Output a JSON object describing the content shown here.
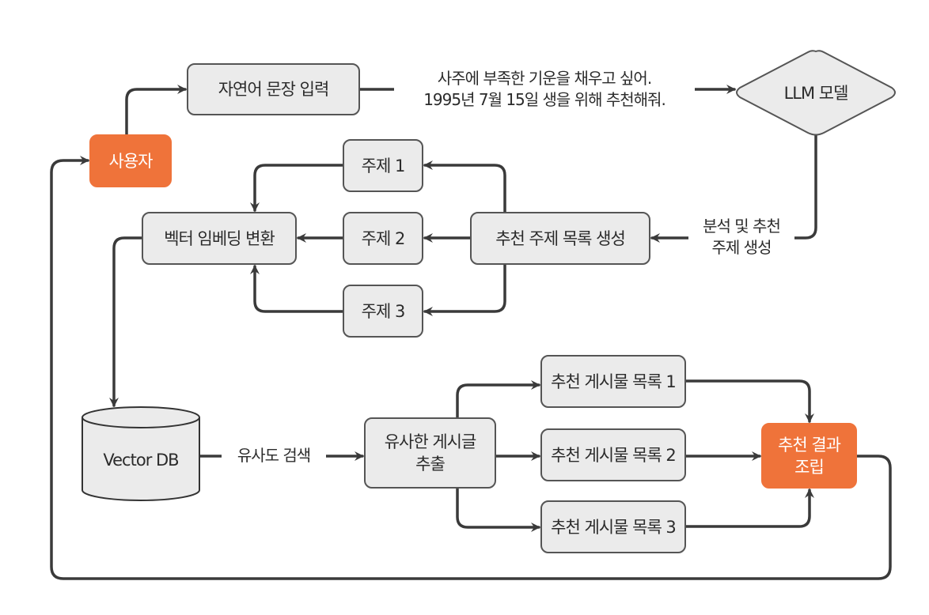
{
  "diagram": {
    "nodes": {
      "user": "사용자",
      "nl_input": "자연어 문장 입력",
      "llm": "LLM 모델",
      "topic1": "주제 1",
      "topic2": "주제 2",
      "topic3": "주제 3",
      "topic_list": "추천 주제 목록 생성",
      "embedding": "벡터 임베딩 변환",
      "vector_db": "Vector DB",
      "extract_line1": "유사한 게시글",
      "extract_line2": "추출",
      "post_list1": "추천 게시물 목록 1",
      "post_list2": "추천 게시물 목록 2",
      "post_list3": "추천 게시물 목록 3",
      "assemble_line1": "추천 결과",
      "assemble_line2": "조립"
    },
    "edge_labels": {
      "query_line1": "사주에 부족한 기운을 채우고 싶어.",
      "query_line2": "1995년 7월 15일 생을 위해 추천해줘.",
      "analysis_line1": "분석 및 추천",
      "analysis_line2": "주제 생성",
      "similarity": "유사도 검색"
    },
    "colors": {
      "accent": "#ef733a",
      "node_fill": "#ebebeb",
      "stroke": "#3a3a3a"
    }
  }
}
